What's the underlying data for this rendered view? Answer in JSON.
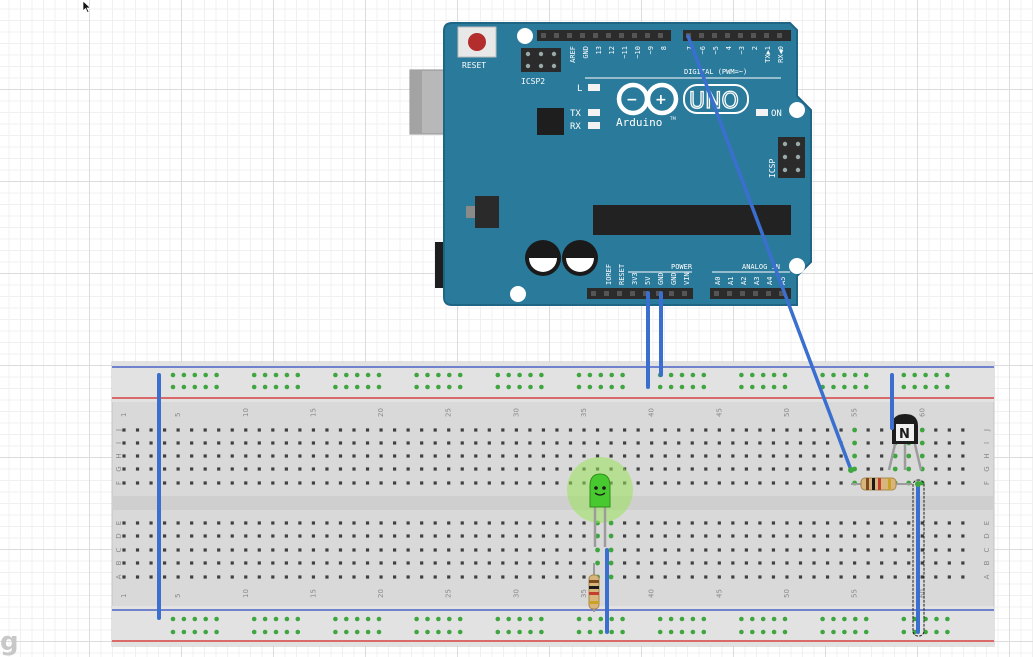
{
  "arduino": {
    "reset_label": "RESET",
    "icsp2_label": "ICSP2",
    "icsp_label": "ICSP",
    "l_label": "L",
    "tx_label": "TX",
    "rx_label": "RX",
    "on_label": "ON",
    "logo_text": "UNO",
    "brand_text": "Arduino",
    "brand_tm": "TM",
    "digital_label": "DIGITAL (PWM=~)",
    "power_label": "POWER",
    "analog_label": "ANALOG IN",
    "header_top_left_pins": [
      "AREF",
      "GND",
      "13",
      "12",
      "~11",
      "~10",
      "~9",
      "8"
    ],
    "header_top_right_pins": [
      "7",
      "~6",
      "~5",
      "4",
      "~3",
      "2",
      "TX▶1",
      "RX◀0"
    ],
    "power_pins": [
      "IOREF",
      "RESET",
      "3V3",
      "5V",
      "GND",
      "GND",
      "VIN"
    ],
    "analog_pins": [
      "A0",
      "A1",
      "A2",
      "A3",
      "A4",
      "A5"
    ]
  },
  "breadboard": {
    "column_numbers": [
      "1",
      "5",
      "10",
      "15",
      "20",
      "25",
      "30",
      "35",
      "40",
      "45",
      "50",
      "55",
      "60"
    ],
    "row_letters_top": [
      "J",
      "I",
      "H",
      "G",
      "F"
    ],
    "row_letters_bottom": [
      "E",
      "D",
      "C",
      "B",
      "A"
    ]
  },
  "components": {
    "transistor_label": "N"
  },
  "colors": {
    "board": "#2a7a9b",
    "board_dark": "#1f6585",
    "wire": "#3b6fcf",
    "breadboard": "#d9d9d9",
    "hole": "#404040",
    "hole_connected": "#3fa63f",
    "rail_red": "#d84343",
    "rail_blue": "#4a63c8",
    "led_glow": "#9be35b"
  },
  "watermark": "g"
}
